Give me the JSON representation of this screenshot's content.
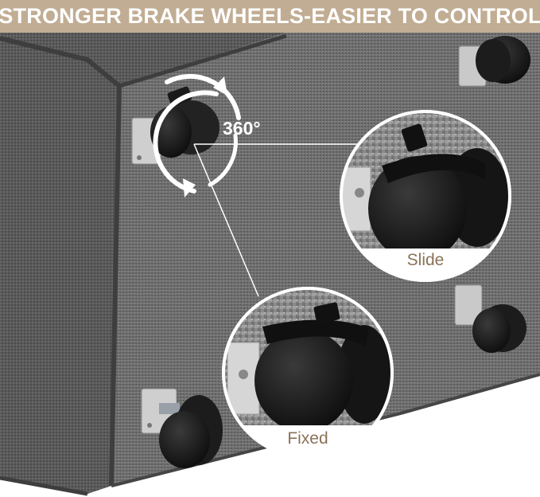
{
  "banner": {
    "title": "STRONGER BRAKE WHEELS-EASIER TO CONTROL",
    "background_color": "#c1ad93",
    "text_color": "#ffffff"
  },
  "callouts": {
    "rotation": "360°",
    "slide": "Slide",
    "fixed": "Fixed",
    "label_color": "#8a7258"
  },
  "product": {
    "fabric_color": "#6b6b6b",
    "wheel_color": "#1a1a1a"
  }
}
